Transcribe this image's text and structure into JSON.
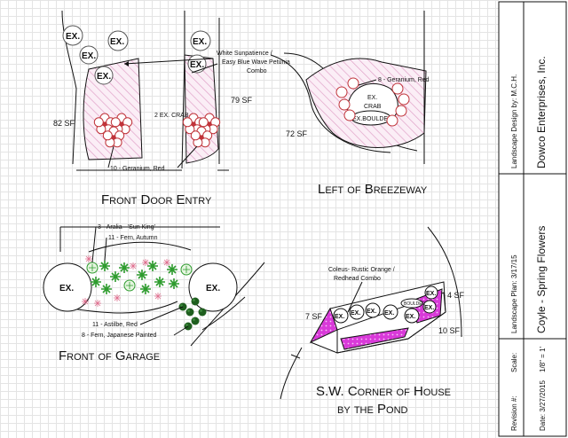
{
  "colors": {
    "pink_hatch": "#e0a2c8",
    "magenta_fill": "#d93ad9",
    "geranium_red": "#c0343a",
    "fern_green": "#2f9c2f",
    "astilbe_dark": "#1e5e1e",
    "line": "#111111",
    "grid": "#e4e4e4"
  },
  "front_door": {
    "title": "Front Door Entry",
    "ex_labels": [
      "EX.",
      "EX.",
      "EX.",
      "EX.",
      "EX.",
      "EX."
    ],
    "crab_label": "2 EX. CRAB",
    "sf_left": "82 SF",
    "sf_right": "79 SF",
    "callout_sunpatience": [
      "White Sunpatience /",
      "Easy Blue Wave Petunia",
      "Combo"
    ],
    "callout_geranium": "10 - Geranium, Red"
  },
  "breezeway": {
    "title": "Left of Breezeway",
    "callout_geranium": "8 - Geranium, Red",
    "ex_crab": [
      "EX.",
      "CRAB"
    ],
    "boulders_label": "EX.BOULDERS",
    "sf": "72 SF"
  },
  "garage": {
    "title": "Front of Garage",
    "ex_left": "EX.",
    "ex_right": "EX.",
    "callout_aralia": "3 - Aralia - 'Sun King'",
    "callout_fern_autumn": "11 - Fern, Autumn",
    "callout_astilbe": "11 - Astilbe, Red",
    "callout_fern_japanese": "8 - Fern, Japanese Painted"
  },
  "sw_corner": {
    "title_line1": "S.W. Corner of House",
    "title_line2": "by the Pond",
    "callout_coleus": [
      "Coleus- Rustic Orange /",
      "Redhead Combo"
    ],
    "sf_left": "7 SF",
    "sf_right_top": "4 SF",
    "sf_right_bottom": "10 SF",
    "ex_labels": [
      "EX.",
      "EX.",
      "EX.",
      "EX.",
      "EX.",
      "EX.",
      "EX."
    ],
    "boulder_label": "BOULDER"
  },
  "title_block": {
    "designer": "Landscape Design by: M.C.H.",
    "company": "Dowco Enterprises, Inc.",
    "plan_date": "Landscape Plan: 3/17/15",
    "project": "Coyle - Spring Flowers",
    "scale_label": "Scale:",
    "scale_value": "1/8\" = 1'",
    "revision_label": "Revision #:",
    "date_label": "Date: 3/27/2015"
  }
}
